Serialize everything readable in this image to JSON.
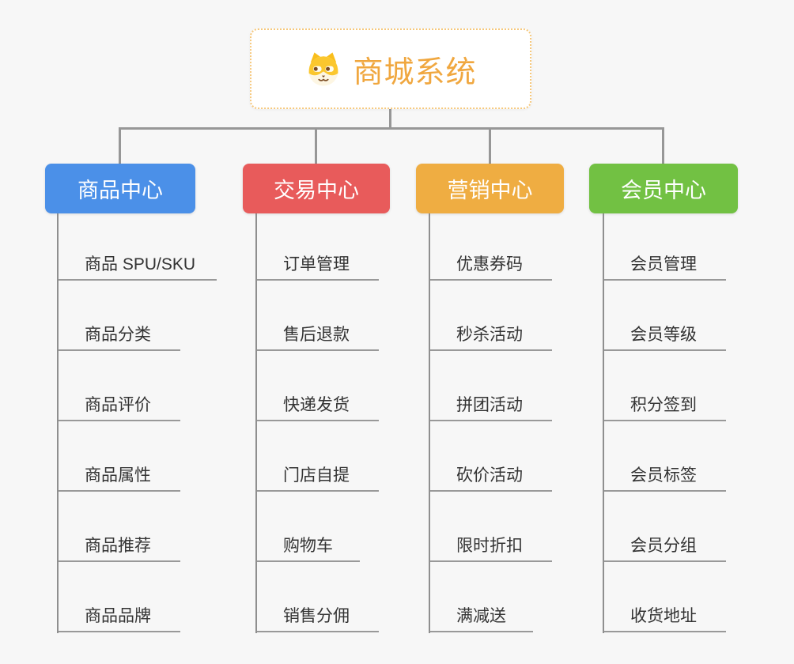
{
  "root": {
    "title": "商城系统",
    "icon": "dog-face-icon",
    "title_color": "#f0a73f",
    "border_color": "#f6c87c"
  },
  "connector_color": "#979797",
  "branches": [
    {
      "label": "商品中心",
      "color": "#4b90e8",
      "items": [
        "商品 SPU/SKU",
        "商品分类",
        "商品评价",
        "商品属性",
        "商品推荐",
        "商品品牌"
      ]
    },
    {
      "label": "交易中心",
      "color": "#e85b5b",
      "items": [
        "订单管理",
        "售后退款",
        "快递发货",
        "门店自提",
        "购物车",
        "销售分佣"
      ]
    },
    {
      "label": "营销中心",
      "color": "#efad42",
      "items": [
        "优惠券码",
        "秒杀活动",
        "拼团活动",
        "砍价活动",
        "限时折扣",
        "满减送"
      ]
    },
    {
      "label": "会员中心",
      "color": "#72c143",
      "items": [
        "会员管理",
        "会员等级",
        "积分签到",
        "会员标签",
        "会员分组",
        "收货地址"
      ]
    }
  ]
}
